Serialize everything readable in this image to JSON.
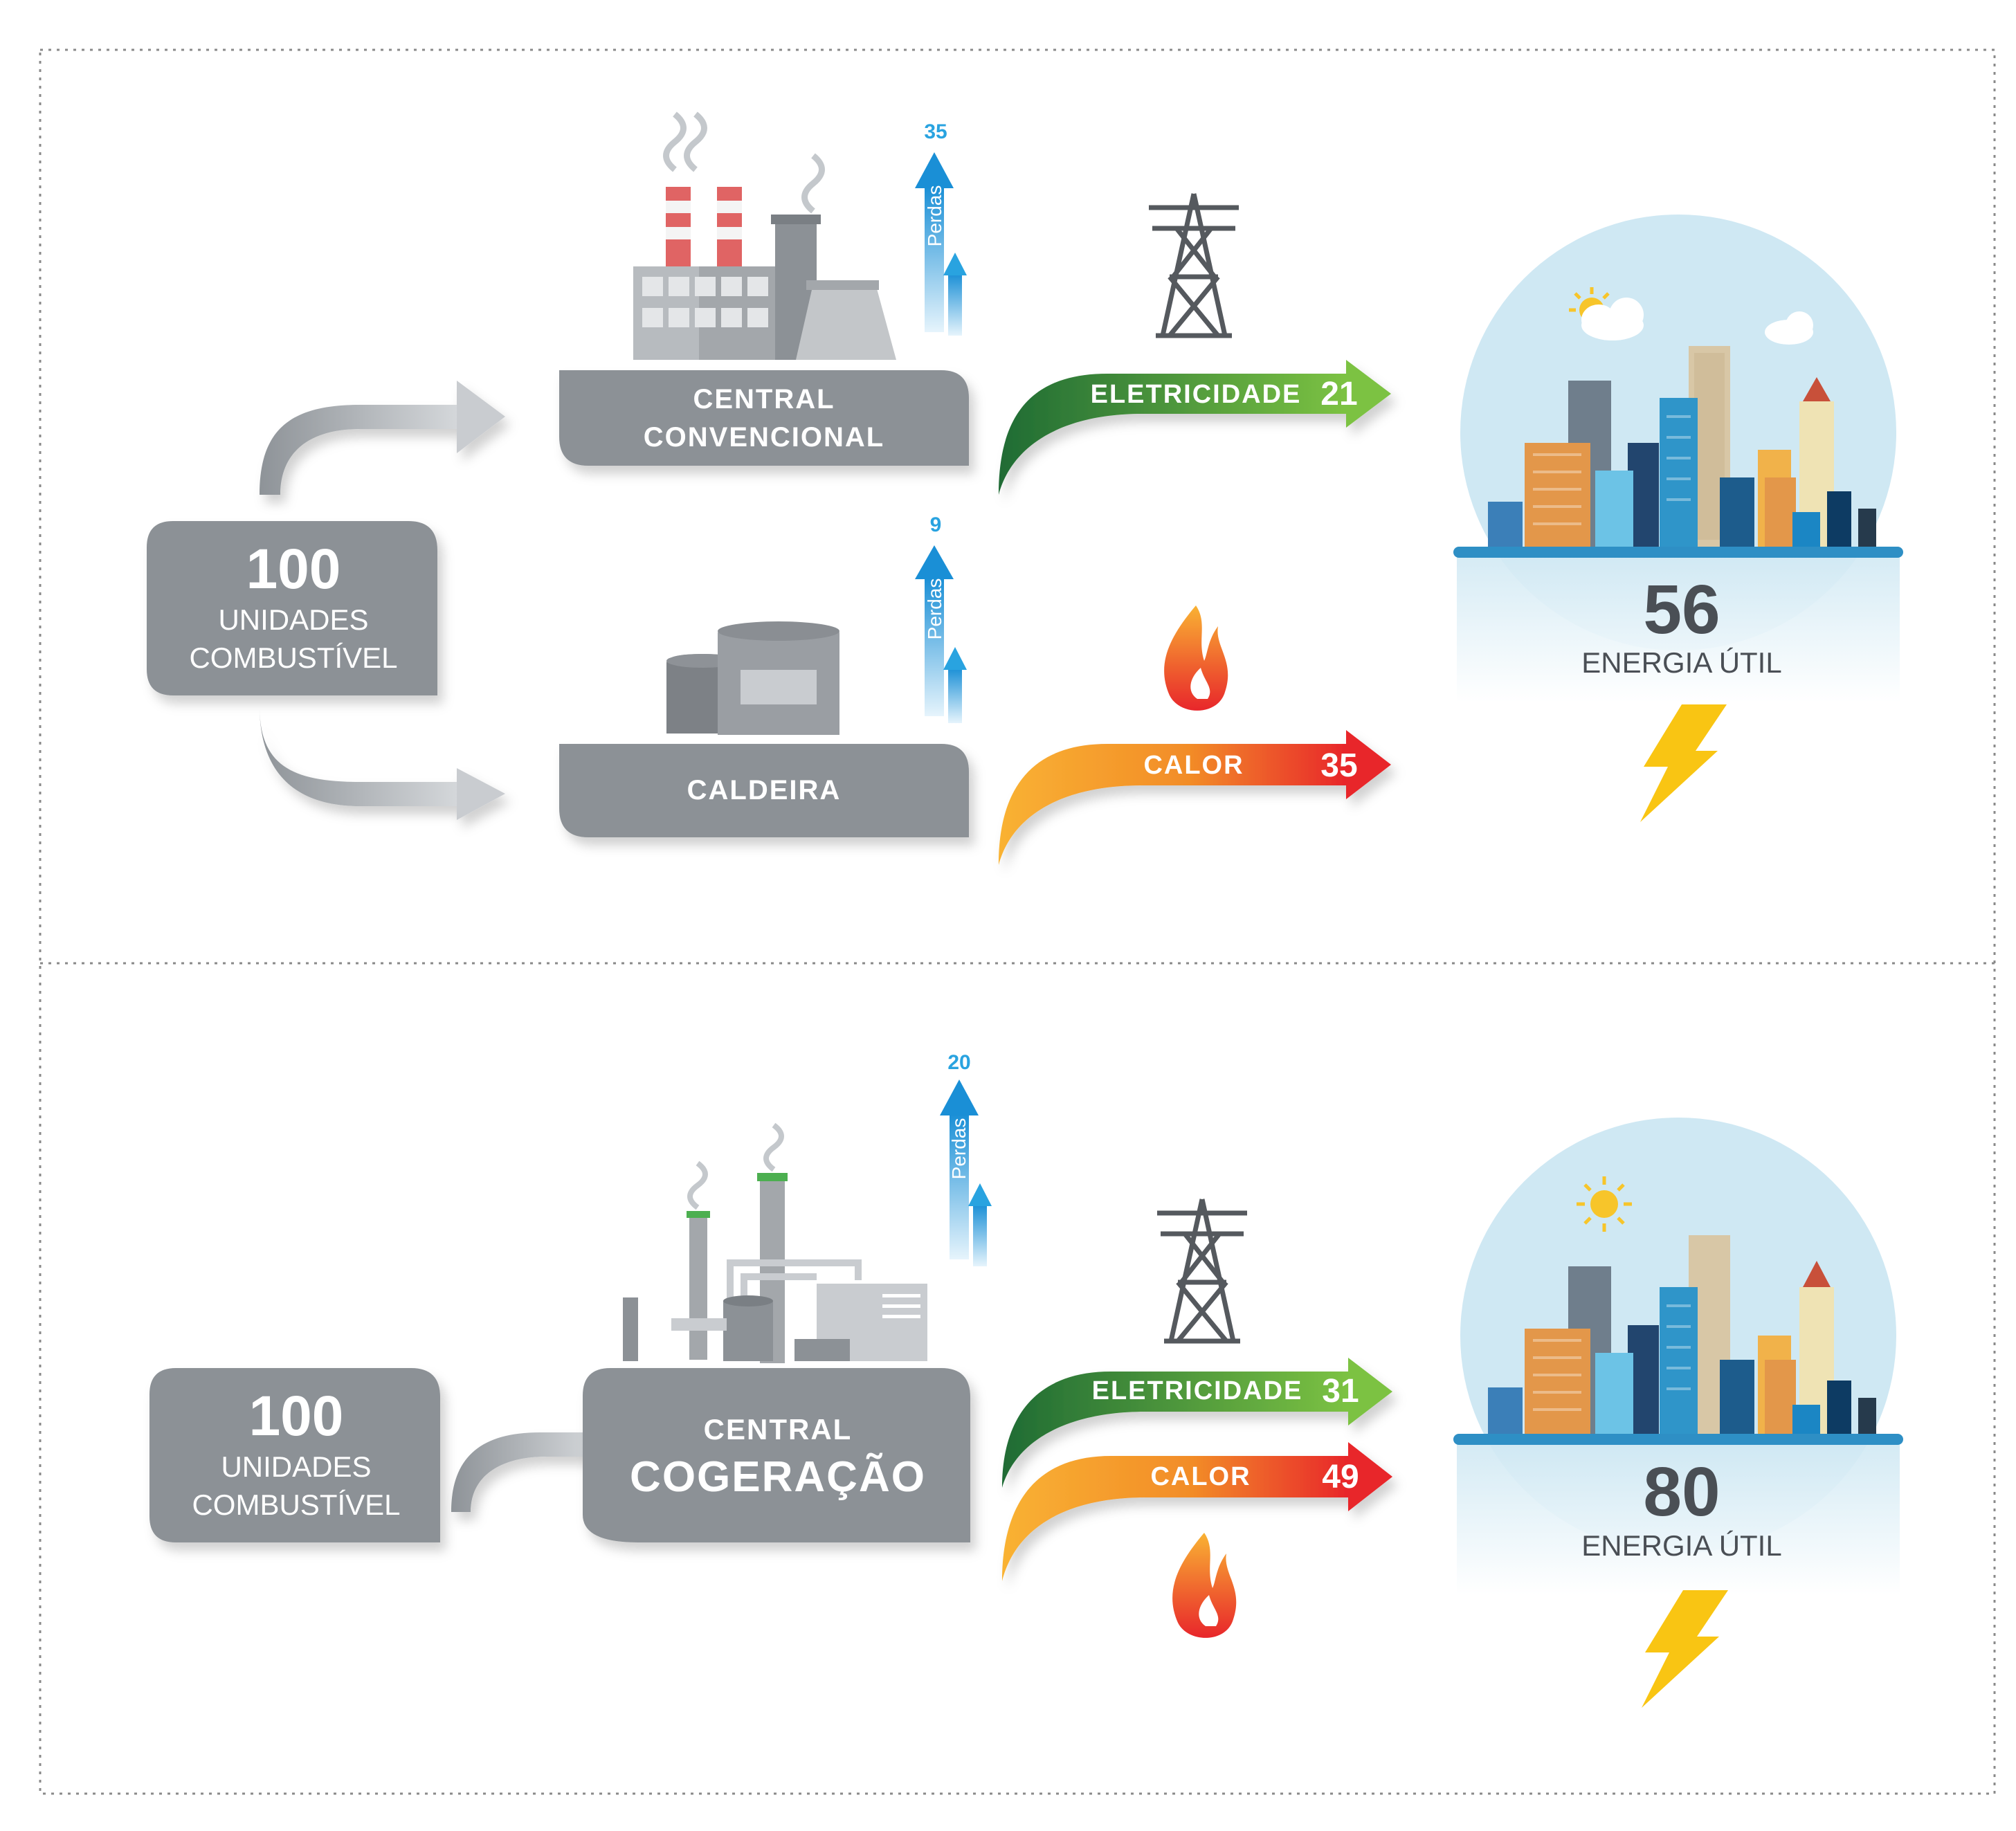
{
  "colors": {
    "box_gray": "#8c9196",
    "arrow_blue": "#29a3e0",
    "electricity_green": "#6db33f",
    "heat_orange": "#f7a823",
    "heat_red": "#e8262b",
    "sky": "#cfe8f3",
    "bolt": "#f9c513"
  },
  "icons": {
    "factory": "factory-icon",
    "boiler": "boiler-tank-icon",
    "cogen": "cogeneration-plant-icon",
    "pylon": "power-pylon-icon",
    "flame": "flame-icon",
    "city": "city-skyline-icon",
    "bolt": "lightning-bolt-icon"
  },
  "top": {
    "fuel": {
      "value": "100",
      "line1": "UNIDADES",
      "line2": "COMBUSTÍVEL"
    },
    "plant": {
      "line1": "CENTRAL",
      "line2": "CONVENCIONAL"
    },
    "boiler": {
      "label": "CALDEIRA"
    },
    "loss_plant": {
      "value": "35",
      "label": "Perdas"
    },
    "loss_boiler": {
      "value": "9",
      "label": "Perdas"
    },
    "electricity": {
      "label": "ELETRICIDADE",
      "value": "21"
    },
    "heat": {
      "label": "CALOR",
      "value": "35"
    },
    "useful": {
      "value": "56",
      "label": "ENERGIA ÚTIL"
    }
  },
  "bottom": {
    "fuel": {
      "value": "100",
      "line1": "UNIDADES",
      "line2": "COMBUSTÍVEL"
    },
    "plant": {
      "line1": "CENTRAL",
      "line2": "COGERAÇÃO"
    },
    "loss": {
      "value": "20",
      "label": "Perdas"
    },
    "electricity": {
      "label": "ELETRICIDADE",
      "value": "31"
    },
    "heat": {
      "label": "CALOR",
      "value": "49"
    },
    "useful": {
      "value": "80",
      "label": "ENERGIA ÚTIL"
    }
  }
}
